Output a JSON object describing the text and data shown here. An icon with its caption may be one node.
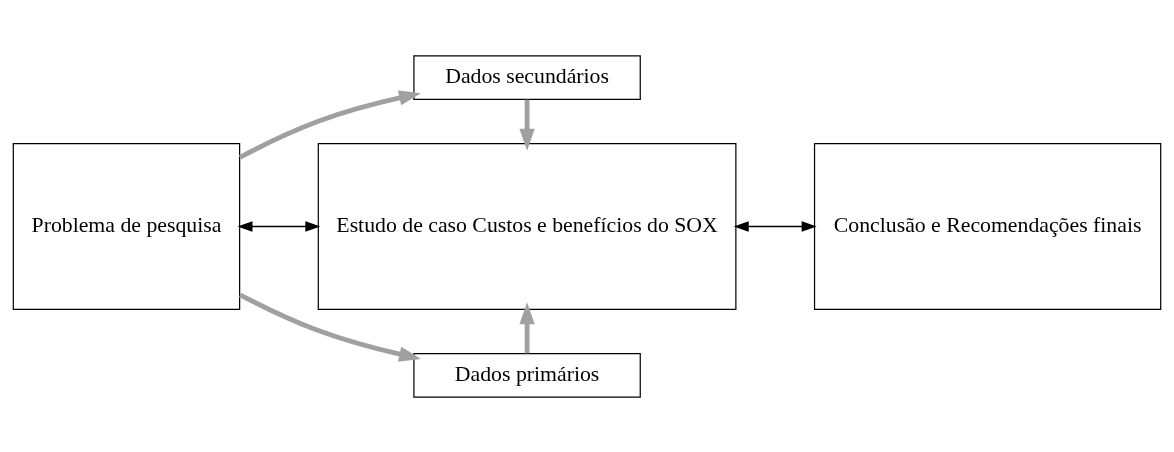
{
  "diagram": {
    "nodes": [
      {
        "text": [
          "Dados secundários"
        ]
      },
      {
        "text": [
          "Problema de pesquisa"
        ]
      },
      {
        "text": [
          "Estudo de caso Custos e benefícios do SOX"
        ]
      },
      {
        "text": [
          "Conclusão e Recomendações finais"
        ]
      },
      {
        "text": [
          "Dados primários"
        ]
      }
    ],
    "edges": [
      {
        "from": 1,
        "to": 0,
        "arrow": "to"
      },
      {
        "from": 0,
        "to": 2,
        "arrow": "to"
      },
      {
        "from": 1,
        "to": 2,
        "arrow": "both",
        "color": "#000000"
      },
      {
        "from": 2,
        "to": 3,
        "arrow": "both",
        "color": "#000000"
      },
      {
        "from": 1,
        "to": 4,
        "arrow": "to"
      },
      {
        "from": 4,
        "to": 2,
        "arrow": "to"
      }
    ]
  }
}
